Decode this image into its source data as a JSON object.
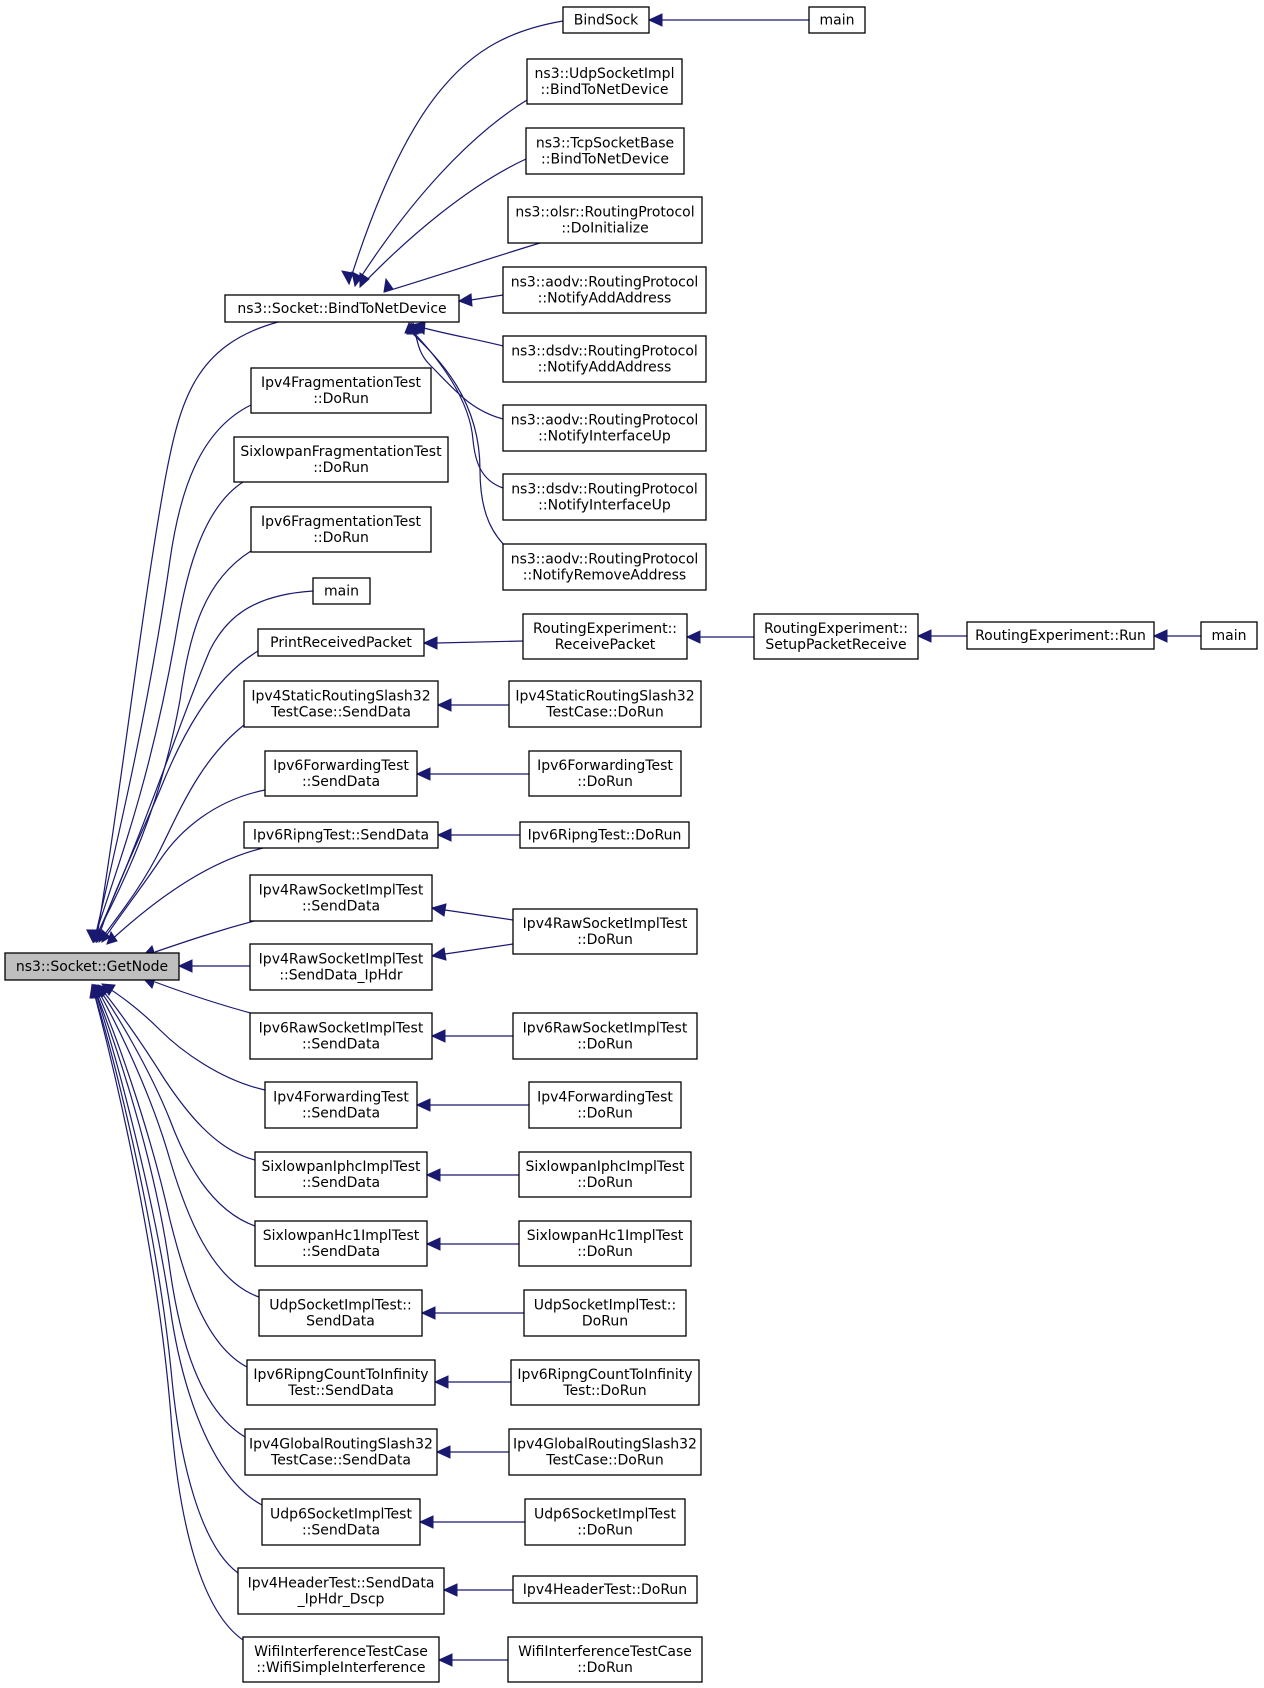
{
  "graph": {
    "colors": {
      "edge": "#191970",
      "root_fill": "#bfbfbf",
      "node_fill": "#ffffff",
      "node_border": "#000000"
    },
    "nodes": [
      {
        "id": "getnode",
        "lines": [
          "ns3::Socket::GetNode"
        ],
        "root": true
      },
      {
        "id": "bindtonetdevice",
        "lines": [
          "ns3::Socket::BindToNetDevice"
        ]
      },
      {
        "id": "bindsock",
        "lines": [
          "BindSock"
        ]
      },
      {
        "id": "main_bindsock",
        "lines": [
          "main"
        ]
      },
      {
        "id": "udp_bind",
        "lines": [
          "ns3::UdpSocketImpl",
          "::BindToNetDevice"
        ]
      },
      {
        "id": "tcp_bind",
        "lines": [
          "ns3::TcpSocketBase",
          "::BindToNetDevice"
        ]
      },
      {
        "id": "olsr_init",
        "lines": [
          "ns3::olsr::RoutingProtocol",
          "::DoInitialize"
        ]
      },
      {
        "id": "aodv_add",
        "lines": [
          "ns3::aodv::RoutingProtocol",
          "::NotifyAddAddress"
        ]
      },
      {
        "id": "dsdv_add",
        "lines": [
          "ns3::dsdv::RoutingProtocol",
          "::NotifyAddAddress"
        ]
      },
      {
        "id": "aodv_up",
        "lines": [
          "ns3::aodv::RoutingProtocol",
          "::NotifyInterfaceUp"
        ]
      },
      {
        "id": "dsdv_up",
        "lines": [
          "ns3::dsdv::RoutingProtocol",
          "::NotifyInterfaceUp"
        ]
      },
      {
        "id": "aodv_remove",
        "lines": [
          "ns3::aodv::RoutingProtocol",
          "::NotifyRemoveAddress"
        ]
      },
      {
        "id": "ipv4frag",
        "lines": [
          "Ipv4FragmentationTest",
          "::DoRun"
        ]
      },
      {
        "id": "sixfrag",
        "lines": [
          "SixlowpanFragmentationTest",
          "::DoRun"
        ]
      },
      {
        "id": "ipv6frag",
        "lines": [
          "Ipv6FragmentationTest",
          "::DoRun"
        ]
      },
      {
        "id": "main_direct",
        "lines": [
          "main"
        ]
      },
      {
        "id": "printrecv",
        "lines": [
          "PrintReceivedPacket"
        ]
      },
      {
        "id": "re_receive",
        "lines": [
          "RoutingExperiment::",
          "ReceivePacket"
        ]
      },
      {
        "id": "re_setup",
        "lines": [
          "RoutingExperiment::",
          "SetupPacketReceive"
        ]
      },
      {
        "id": "re_run",
        "lines": [
          "RoutingExperiment::Run"
        ]
      },
      {
        "id": "main_re",
        "lines": [
          "main"
        ]
      },
      {
        "id": "ipv4static_send",
        "lines": [
          "Ipv4StaticRoutingSlash32",
          "TestCase::SendData"
        ]
      },
      {
        "id": "ipv4static_run",
        "lines": [
          "Ipv4StaticRoutingSlash32",
          "TestCase::DoRun"
        ]
      },
      {
        "id": "ipv6fwd_send",
        "lines": [
          "Ipv6ForwardingTest",
          "::SendData"
        ]
      },
      {
        "id": "ipv6fwd_run",
        "lines": [
          "Ipv6ForwardingTest",
          "::DoRun"
        ]
      },
      {
        "id": "ripng_send",
        "lines": [
          "Ipv6RipngTest::SendData"
        ]
      },
      {
        "id": "ripng_run",
        "lines": [
          "Ipv6RipngTest::DoRun"
        ]
      },
      {
        "id": "ipv4raw_send",
        "lines": [
          "Ipv4RawSocketImplTest",
          "::SendData"
        ]
      },
      {
        "id": "ipv4raw_sendhdr",
        "lines": [
          "Ipv4RawSocketImplTest",
          "::SendData_IpHdr"
        ]
      },
      {
        "id": "ipv4raw_run",
        "lines": [
          "Ipv4RawSocketImplTest",
          "::DoRun"
        ]
      },
      {
        "id": "ipv6raw_send",
        "lines": [
          "Ipv6RawSocketImplTest",
          "::SendData"
        ]
      },
      {
        "id": "ipv6raw_run",
        "lines": [
          "Ipv6RawSocketImplTest",
          "::DoRun"
        ]
      },
      {
        "id": "ipv4fwd_send",
        "lines": [
          "Ipv4ForwardingTest",
          "::SendData"
        ]
      },
      {
        "id": "ipv4fwd_run",
        "lines": [
          "Ipv4ForwardingTest",
          "::DoRun"
        ]
      },
      {
        "id": "sixiphc_send",
        "lines": [
          "SixlowpanIphcImplTest",
          "::SendData"
        ]
      },
      {
        "id": "sixiphc_run",
        "lines": [
          "SixlowpanIphcImplTest",
          "::DoRun"
        ]
      },
      {
        "id": "sixhc1_send",
        "lines": [
          "SixlowpanHc1ImplTest",
          "::SendData"
        ]
      },
      {
        "id": "sixhc1_run",
        "lines": [
          "SixlowpanHc1ImplTest",
          "::DoRun"
        ]
      },
      {
        "id": "udpimpl_send",
        "lines": [
          "UdpSocketImplTest::",
          "SendData"
        ]
      },
      {
        "id": "udpimpl_run",
        "lines": [
          "UdpSocketImplTest::",
          "DoRun"
        ]
      },
      {
        "id": "ripngcti_send",
        "lines": [
          "Ipv6RipngCountToInfinity",
          "Test::SendData"
        ]
      },
      {
        "id": "ripngcti_run",
        "lines": [
          "Ipv6RipngCountToInfinity",
          "Test::DoRun"
        ]
      },
      {
        "id": "ipv4global_send",
        "lines": [
          "Ipv4GlobalRoutingSlash32",
          "TestCase::SendData"
        ]
      },
      {
        "id": "ipv4global_run",
        "lines": [
          "Ipv4GlobalRoutingSlash32",
          "TestCase::DoRun"
        ]
      },
      {
        "id": "udp6_send",
        "lines": [
          "Udp6SocketImplTest",
          "::SendData"
        ]
      },
      {
        "id": "udp6_run",
        "lines": [
          "Udp6SocketImplTest",
          "::DoRun"
        ]
      },
      {
        "id": "ipv4hdr_send",
        "lines": [
          "Ipv4HeaderTest::SendData",
          "_IpHdr_Dscp"
        ]
      },
      {
        "id": "ipv4hdr_run",
        "lines": [
          "Ipv4HeaderTest::DoRun"
        ]
      },
      {
        "id": "wifi_simple",
        "lines": [
          "WifiInterferenceTestCase",
          "::WifiSimpleInterference"
        ]
      },
      {
        "id": "wifi_run",
        "lines": [
          "WifiInterferenceTestCase",
          "::DoRun"
        ]
      }
    ],
    "edges": [
      {
        "callee": "getnode",
        "caller": "bindtonetdevice"
      },
      {
        "callee": "bindtonetdevice",
        "caller": "bindsock"
      },
      {
        "callee": "bindsock",
        "caller": "main_bindsock"
      },
      {
        "callee": "bindtonetdevice",
        "caller": "udp_bind"
      },
      {
        "callee": "bindtonetdevice",
        "caller": "tcp_bind"
      },
      {
        "callee": "bindtonetdevice",
        "caller": "olsr_init"
      },
      {
        "callee": "bindtonetdevice",
        "caller": "aodv_add"
      },
      {
        "callee": "bindtonetdevice",
        "caller": "dsdv_add"
      },
      {
        "callee": "bindtonetdevice",
        "caller": "aodv_up"
      },
      {
        "callee": "bindtonetdevice",
        "caller": "dsdv_up"
      },
      {
        "callee": "bindtonetdevice",
        "caller": "aodv_remove"
      },
      {
        "callee": "getnode",
        "caller": "ipv4frag"
      },
      {
        "callee": "getnode",
        "caller": "sixfrag"
      },
      {
        "callee": "getnode",
        "caller": "ipv6frag"
      },
      {
        "callee": "getnode",
        "caller": "main_direct"
      },
      {
        "callee": "getnode",
        "caller": "printrecv"
      },
      {
        "callee": "printrecv",
        "caller": "re_receive"
      },
      {
        "callee": "re_receive",
        "caller": "re_setup"
      },
      {
        "callee": "re_setup",
        "caller": "re_run"
      },
      {
        "callee": "re_run",
        "caller": "main_re"
      },
      {
        "callee": "getnode",
        "caller": "ipv4static_send"
      },
      {
        "callee": "ipv4static_send",
        "caller": "ipv4static_run"
      },
      {
        "callee": "getnode",
        "caller": "ipv6fwd_send"
      },
      {
        "callee": "ipv6fwd_send",
        "caller": "ipv6fwd_run"
      },
      {
        "callee": "getnode",
        "caller": "ripng_send"
      },
      {
        "callee": "ripng_send",
        "caller": "ripng_run"
      },
      {
        "callee": "getnode",
        "caller": "ipv4raw_send"
      },
      {
        "callee": "ipv4raw_send",
        "caller": "ipv4raw_run"
      },
      {
        "callee": "getnode",
        "caller": "ipv4raw_sendhdr"
      },
      {
        "callee": "ipv4raw_sendhdr",
        "caller": "ipv4raw_run"
      },
      {
        "callee": "getnode",
        "caller": "ipv6raw_send"
      },
      {
        "callee": "ipv6raw_send",
        "caller": "ipv6raw_run"
      },
      {
        "callee": "getnode",
        "caller": "ipv4fwd_send"
      },
      {
        "callee": "ipv4fwd_send",
        "caller": "ipv4fwd_run"
      },
      {
        "callee": "getnode",
        "caller": "sixiphc_send"
      },
      {
        "callee": "sixiphc_send",
        "caller": "sixiphc_run"
      },
      {
        "callee": "getnode",
        "caller": "sixhc1_send"
      },
      {
        "callee": "sixhc1_send",
        "caller": "sixhc1_run"
      },
      {
        "callee": "getnode",
        "caller": "udpimpl_send"
      },
      {
        "callee": "udpimpl_send",
        "caller": "udpimpl_run"
      },
      {
        "callee": "getnode",
        "caller": "ripngcti_send"
      },
      {
        "callee": "ripngcti_send",
        "caller": "ripngcti_run"
      },
      {
        "callee": "getnode",
        "caller": "ipv4global_send"
      },
      {
        "callee": "ipv4global_send",
        "caller": "ipv4global_run"
      },
      {
        "callee": "getnode",
        "caller": "udp6_send"
      },
      {
        "callee": "udp6_send",
        "caller": "udp6_run"
      },
      {
        "callee": "getnode",
        "caller": "ipv4hdr_send"
      },
      {
        "callee": "ipv4hdr_send",
        "caller": "ipv4hdr_run"
      },
      {
        "callee": "getnode",
        "caller": "wifi_simple"
      },
      {
        "callee": "wifi_simple",
        "caller": "wifi_run"
      }
    ]
  }
}
